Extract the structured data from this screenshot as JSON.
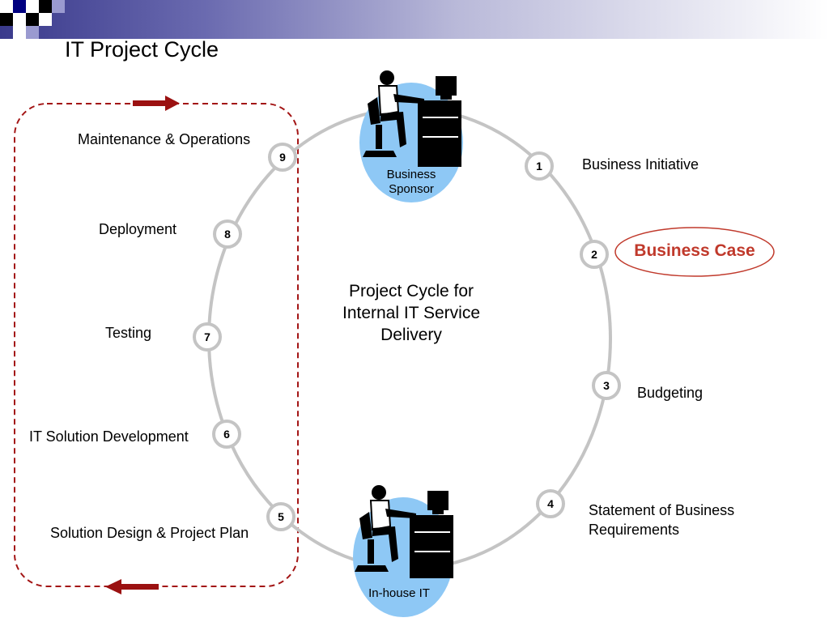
{
  "slide": {
    "title": "IT Project Cycle"
  },
  "diagram": {
    "center_label": "Project Cycle for Internal IT Service Delivery",
    "roles": [
      {
        "label_line1": "Business",
        "label_line2": "Sponsor"
      },
      {
        "label": "In-house IT"
      }
    ],
    "steps": [
      {
        "number": "1",
        "label": "Business Initiative"
      },
      {
        "number": "2",
        "label": "Business Case",
        "highlighted": true
      },
      {
        "number": "3",
        "label": "Budgeting"
      },
      {
        "number": "4",
        "label_line1": "Statement of Business",
        "label_line2": "Requirements"
      },
      {
        "number": "5",
        "label": "Solution Design & Project Plan"
      },
      {
        "number": "6",
        "label": "IT Solution Development"
      },
      {
        "number": "7",
        "label": "Testing"
      },
      {
        "number": "8",
        "label": "Deployment"
      },
      {
        "number": "9",
        "label": "Maintenance & Operations"
      }
    ],
    "colors": {
      "ring": "#c4c4c4",
      "highlight": "#c0392b",
      "dashed_box": "#a31515",
      "arrow": "#9b1111",
      "role_bubble": "#8ec8f5"
    }
  }
}
